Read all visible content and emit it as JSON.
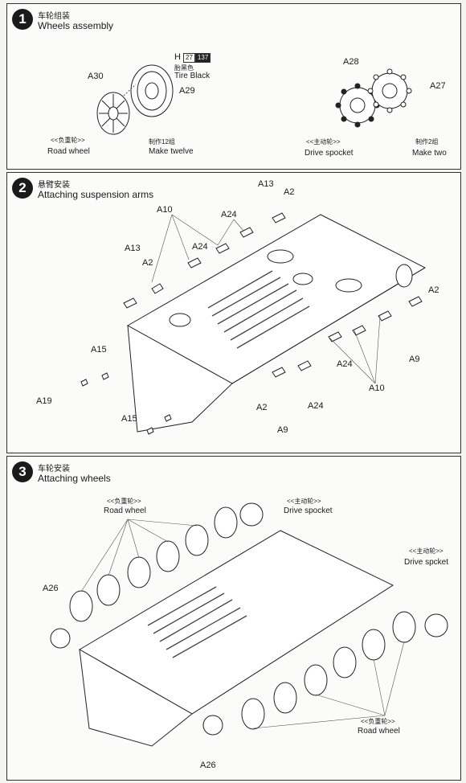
{
  "steps": [
    {
      "number": "1",
      "title_cn": "车轮组装",
      "title_en": "Wheels assembly",
      "labels": {
        "a30": "A30",
        "a29": "A29",
        "a28": "A28",
        "a27": "A27",
        "paint_code_letter": "H",
        "paint_code_1": "27",
        "paint_code_2": "137",
        "paint_cn": "胎黑色",
        "paint_en": "Tire Black",
        "road_wheel_cn": "<<负重轮>>",
        "road_wheel_en": "Road wheel",
        "make_twelve_cn": "制作12组",
        "make_twelve_en": "Make twelve",
        "drive_sprocket_cn": "<<主动轮>>",
        "drive_sprocket_en": "Drive spocket",
        "make_two_cn": "制作2组",
        "make_two_en": "Make two"
      }
    },
    {
      "number": "2",
      "title_cn": "悬臂安装",
      "title_en": "Attaching suspension arms",
      "labels": {
        "a13": "A13",
        "a2": "A2",
        "a10": "A10",
        "a24": "A24",
        "a15": "A15",
        "a19": "A19",
        "a9": "A9"
      }
    },
    {
      "number": "3",
      "title_cn": "车轮安装",
      "title_en": "Attaching wheels",
      "labels": {
        "road_wheel_cn": "<<负重轮>>",
        "road_wheel_en": "Road wheel",
        "drive_sprocket_cn": "<<主动轮>>",
        "drive_sprocket_en": "Drive spocket",
        "drive_spcket_en": "Drive spcket",
        "a26": "A26"
      }
    }
  ]
}
